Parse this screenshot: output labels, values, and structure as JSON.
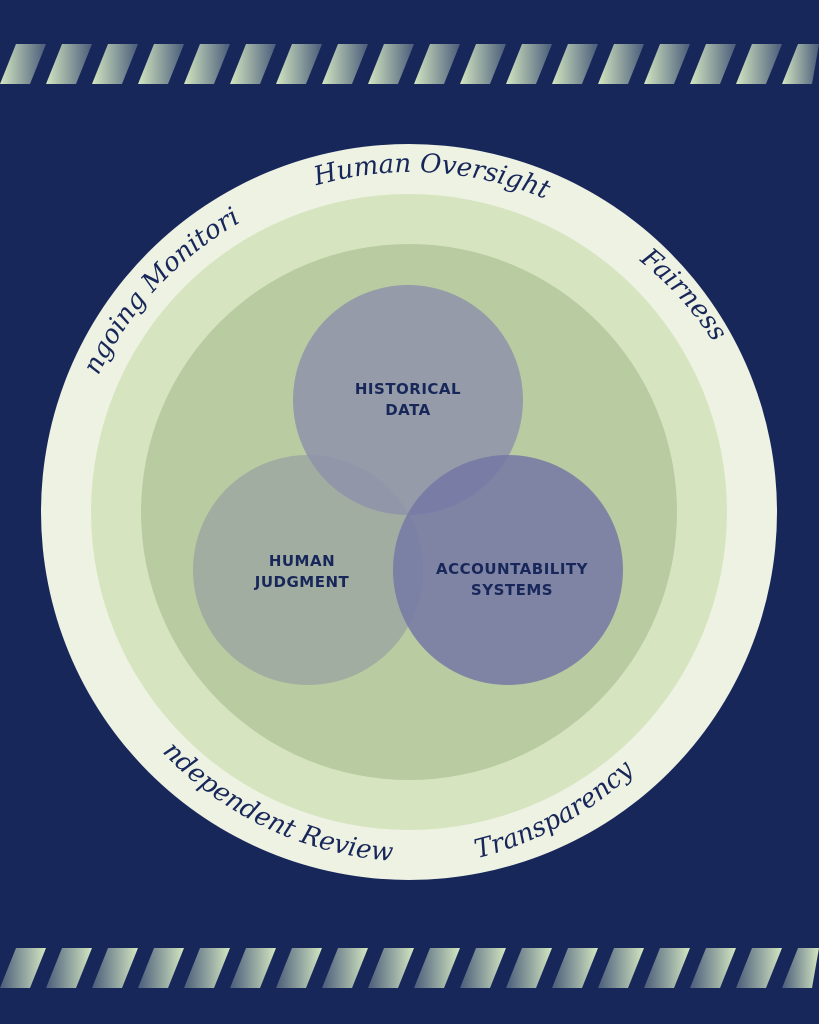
{
  "colors": {
    "background": "#18275a",
    "outer_ring": "#eef2e3",
    "middle_ring": "#d6e5c0",
    "inner_disc": "#b9cba1",
    "stripe_light": "#d3e6c1",
    "stripe_dark": "#4a5c7a",
    "circle_historical": "#8e93aa",
    "circle_human": "#9da8a2",
    "circle_accountability": "#7478a6",
    "text_dark": "#18275a"
  },
  "ring_labels": {
    "top": "Human Oversight",
    "upper_left": "Ongoing Monitoring",
    "upper_right": "Fairness",
    "lower_left": "Independent Review",
    "lower_right": "Transparency"
  },
  "venn": {
    "historical": {
      "line1": "HISTORICAL",
      "line2": "DATA"
    },
    "human": {
      "line1": "HUMAN",
      "line2": "JUDGMENT"
    },
    "accountability": {
      "line1": "ACCOUNTABILITY",
      "line2": "SYSTEMS"
    }
  }
}
